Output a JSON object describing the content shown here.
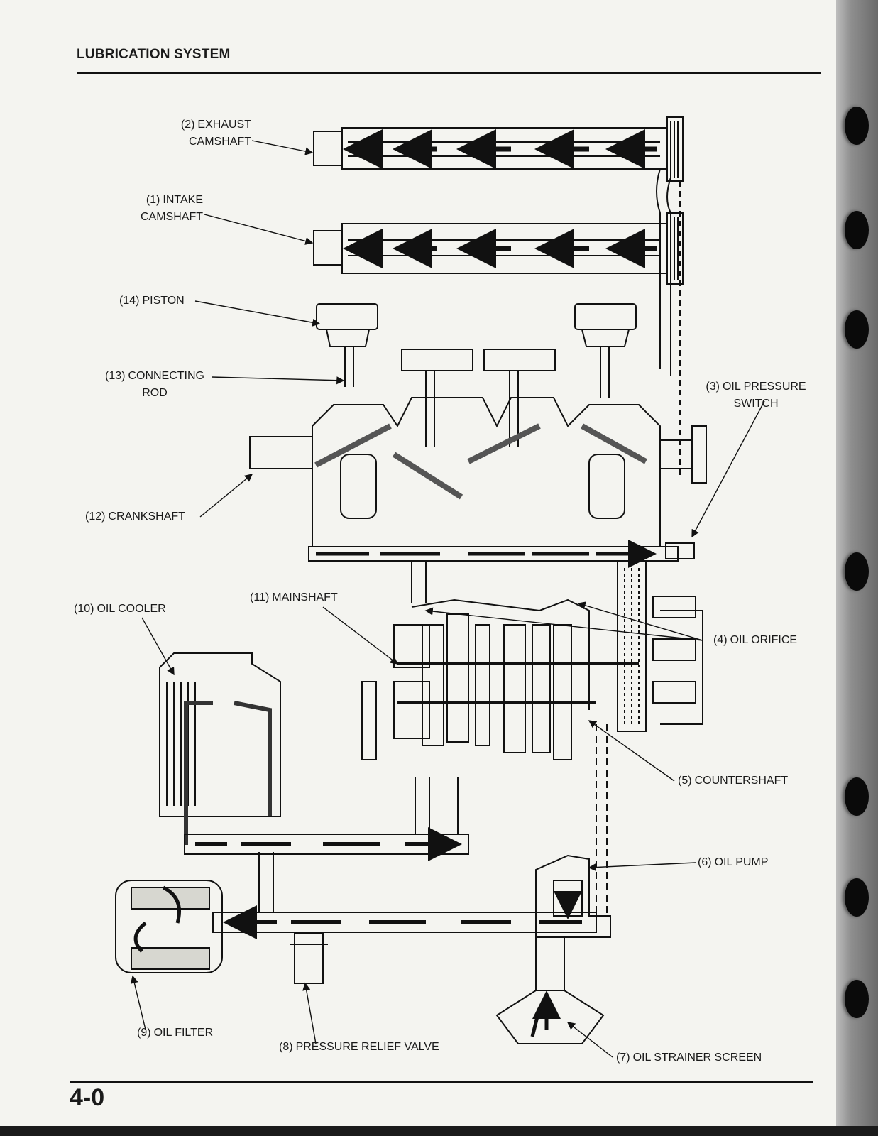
{
  "header": {
    "title": "LUBRICATION SYSTEM"
  },
  "footer": {
    "page_number": "4-0"
  },
  "labels": [
    {
      "id": "intake-camshaft",
      "num": "(1)",
      "lines": [
        "INTAKE",
        "CAMSHAFT"
      ]
    },
    {
      "id": "exhaust-camshaft",
      "num": "(2)",
      "lines": [
        "EXHAUST",
        "CAMSHAFT"
      ]
    },
    {
      "id": "oil-pressure-switch",
      "num": "(3)",
      "lines": [
        "OIL PRESSURE",
        "SWITCH"
      ]
    },
    {
      "id": "oil-orifice",
      "num": "(4)",
      "lines": [
        "OIL ORIFICE"
      ]
    },
    {
      "id": "countershaft",
      "num": "(5)",
      "lines": [
        "COUNTERSHAFT"
      ]
    },
    {
      "id": "oil-pump",
      "num": "(6)",
      "lines": [
        "OIL PUMP"
      ]
    },
    {
      "id": "oil-strainer-screen",
      "num": "(7)",
      "lines": [
        "OIL STRAINER SCREEN"
      ]
    },
    {
      "id": "pressure-relief-valve",
      "num": "(8)",
      "lines": [
        "PRESSURE RELIEF VALVE"
      ]
    },
    {
      "id": "oil-filter",
      "num": "(9)",
      "lines": [
        "OIL FILTER"
      ]
    },
    {
      "id": "oil-cooler",
      "num": "(10)",
      "lines": [
        "OIL COOLER"
      ]
    },
    {
      "id": "mainshaft",
      "num": "(11)",
      "lines": [
        "MAINSHAFT"
      ]
    },
    {
      "id": "crankshaft",
      "num": "(12)",
      "lines": [
        "CRANKSHAFT"
      ]
    },
    {
      "id": "connecting-rod",
      "num": "(13)",
      "lines": [
        "CONNECTING",
        "ROD"
      ]
    },
    {
      "id": "piston",
      "num": "(14)",
      "lines": [
        "PISTON"
      ]
    }
  ]
}
